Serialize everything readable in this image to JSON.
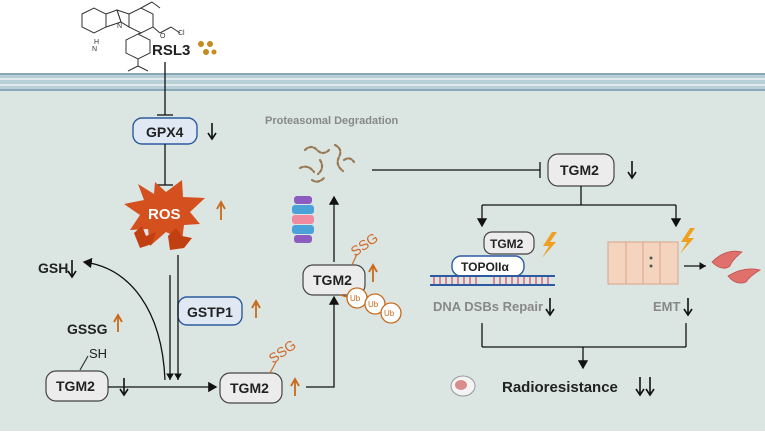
{
  "colors": {
    "background": "#ffffff",
    "cell_interior": "#dbe6e3",
    "membrane": "#b9cfd8",
    "up_arrow": "#c8691c",
    "ros": "#d4501e",
    "ssg": "#d2682a",
    "box_border_blue": "#2c5aa0"
  },
  "drug": {
    "label": "RSL3"
  },
  "nodes": {
    "gpx4": "GPX4",
    "ros": "ROS",
    "gstp1": "GSTP1",
    "gsh": "GSH",
    "gssg": "GSSG",
    "sh": "SH",
    "tgm2_left": "TGM2",
    "tgm2_middle": "TGM2",
    "tgm2_upper": "TGM2",
    "tgm2_right": "TGM2",
    "tgm2_small": "TGM2",
    "topoii": "TOPOIIα",
    "ssg_1": "SSG",
    "ssg_2": "SSG",
    "ub": [
      "Ub",
      "Ub",
      "Ub"
    ]
  },
  "labels": {
    "proteasomal": "Proteasomal Degradation",
    "dna_repair": "DNA DSBs Repair",
    "emt": "EMT",
    "radioresistance": "Radioresistance"
  },
  "icons": [
    "molecule-structure-icon",
    "proteasome-icon",
    "degraded-peptide-icon",
    "lightning-icon",
    "epithelial-cells-icon",
    "mesenchymal-cells-icon",
    "tumor-icon",
    "dna-helix-icon"
  ]
}
